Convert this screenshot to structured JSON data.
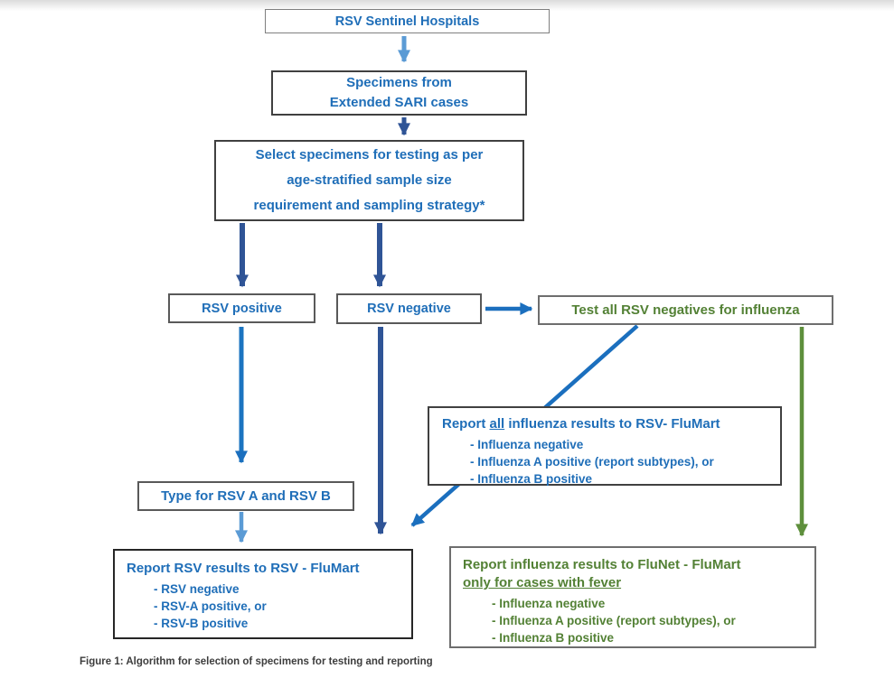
{
  "figure": {
    "caption": "Figure 1: Algorithm for selection of specimens for testing and reporting"
  },
  "colors": {
    "box_text_blue": "#1F6EB8",
    "box_text_green": "#538135",
    "arrow_light_blue": "#5B9BD5",
    "arrow_medium_blue": "#1B6FBE",
    "arrow_navy": "#2F5496",
    "arrow_green": "#5E8F3C"
  },
  "nodes": {
    "sentinel": {
      "label": "RSV Sentinel Hospitals"
    },
    "specimens": {
      "line1": "Specimens from",
      "line2": "Extended SARI cases"
    },
    "select": {
      "line1": "Select specimens for testing as per",
      "line2": "age-stratified sample size",
      "line3": "requirement and sampling strategy*"
    },
    "rsv_positive": {
      "label": "RSV positive"
    },
    "rsv_negative": {
      "label": "RSV negative"
    },
    "test_negatives": {
      "label": "Test all RSV negatives for influenza"
    },
    "report_influenza_flumart": {
      "title_prefix": "Report ",
      "title_underlined": "all",
      "title_suffix": " influenza results to RSV- FluMart",
      "items": [
        "- Influenza negative",
        "- Influenza A positive (report subtypes), or",
        "- Influenza B positive"
      ]
    },
    "type_rsv": {
      "label": "Type for RSV A and RSV B"
    },
    "report_rsv": {
      "title": "Report RSV results to RSV - FluMart",
      "items": [
        "- RSV negative",
        "- RSV-A positive, or",
        "- RSV-B positive"
      ]
    },
    "report_flunet": {
      "title_line1": "Report influenza results to FluNet - FluMart",
      "title_line2_underlined": "only for cases with fever",
      "items": [
        "- Influenza negative",
        "- Influenza A positive (report subtypes), or",
        "- Influenza B positive"
      ]
    }
  }
}
